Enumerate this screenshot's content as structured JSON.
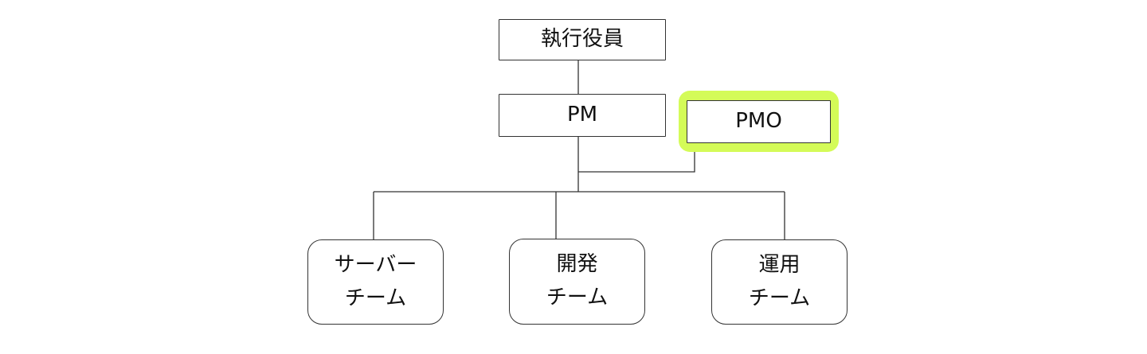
{
  "diagram": {
    "type": "org-chart",
    "nodes": {
      "executive": {
        "label": "執行役員"
      },
      "pm": {
        "label": "PM"
      },
      "pmo": {
        "label": "PMO",
        "highlighted": true,
        "highlight_color": "#d4fb58"
      },
      "server_team": {
        "line1": "サーバー",
        "line2": "チーム"
      },
      "dev_team": {
        "line1": "開発",
        "line2": "チーム"
      },
      "ops_team": {
        "line1": "運用",
        "line2": "チーム"
      }
    },
    "edges": [
      [
        "executive",
        "pm"
      ],
      [
        "pmo",
        "pm"
      ],
      [
        "pm",
        "server_team"
      ],
      [
        "pm",
        "dev_team"
      ],
      [
        "pm",
        "ops_team"
      ]
    ]
  }
}
